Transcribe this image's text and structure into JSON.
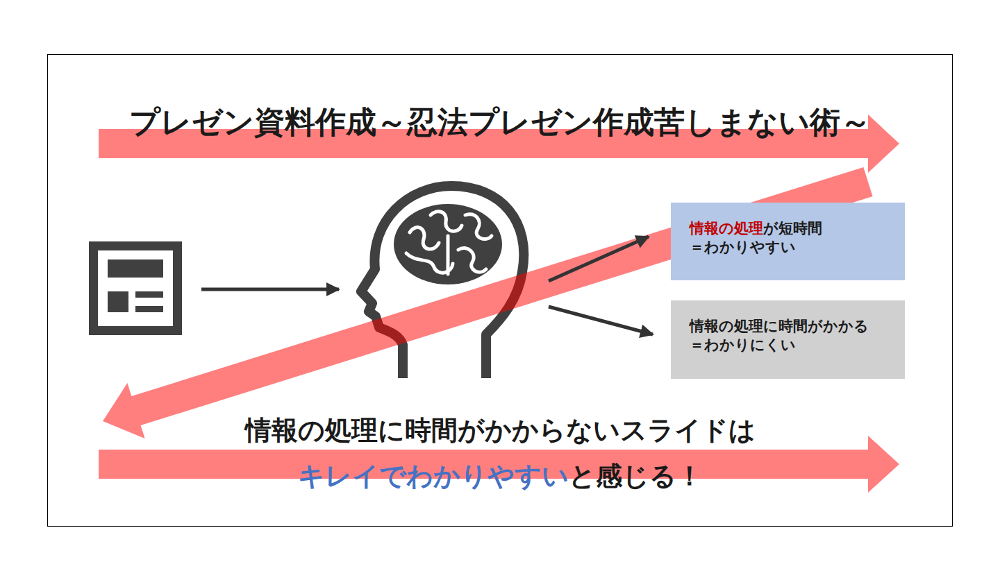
{
  "diagram": {
    "title": "プレゼン資料作成～忍法プレゼン作成苦しまない術～",
    "nodes": [
      {
        "text": [
          "情報の処理",
          "が短時間",
          "＝わかりやすい"
        ]
      },
      {
        "text": [
          "情報の処理に時間がかかる",
          "＝わかりにくい"
        ]
      }
    ],
    "labels": [
      "情報の処理に時間がかからないスライドは",
      "キレイでわかりやすい",
      "と感じる！"
    ]
  }
}
